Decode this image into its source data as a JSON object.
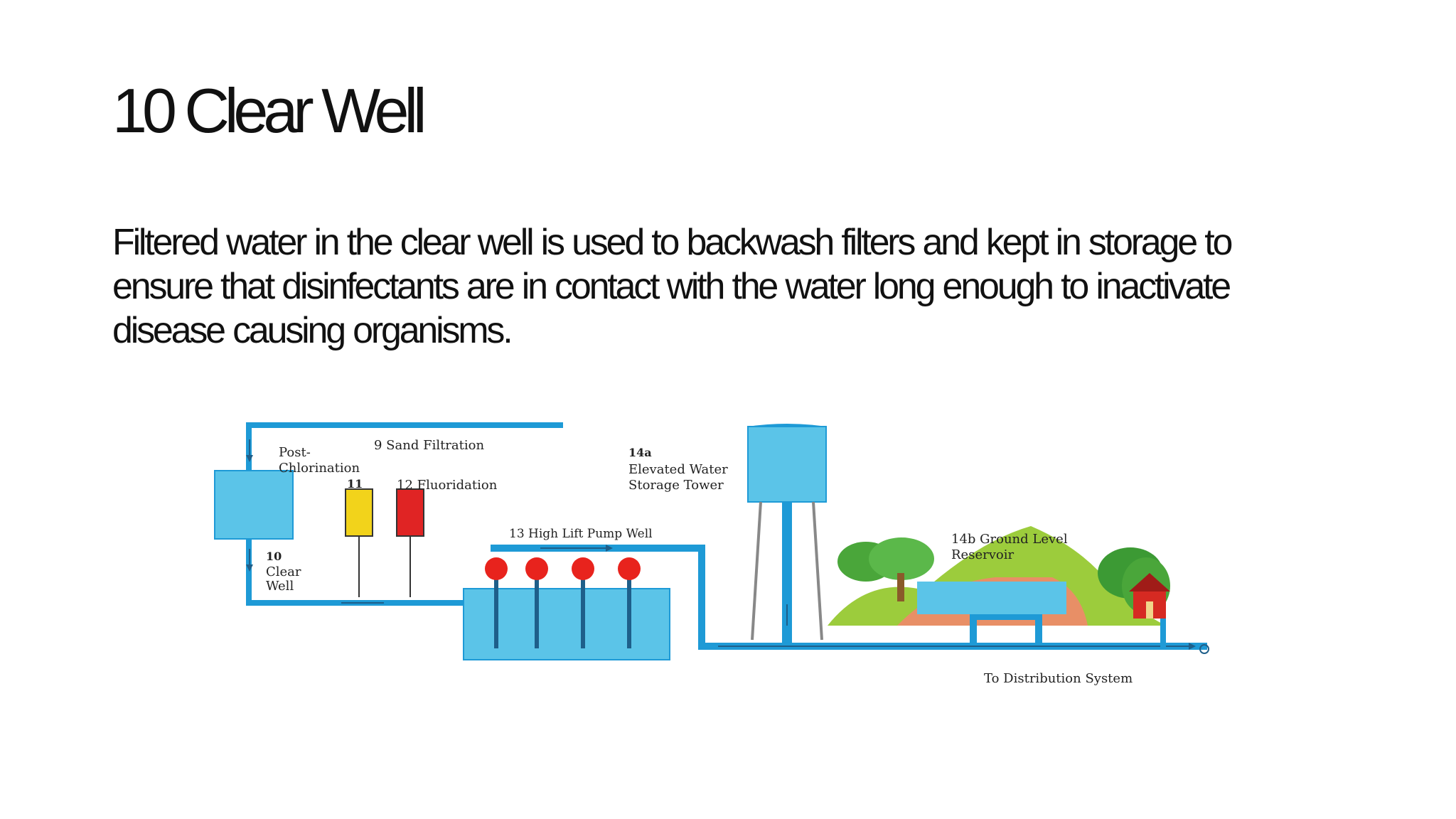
{
  "slide": {
    "title": "10 Clear Well",
    "body": "Filtered water in the clear well is used to backwash filters and kept in  storage to ensure that disinfectants are in contact with the water long  enough to inactivate disease causing organisms."
  },
  "diagram": {
    "labels": {
      "post_chlorination_1": "Post-",
      "post_chlorination_2": "Chlorination",
      "sand_filtration": "9 Sand Filtration",
      "num_11": "11",
      "fluoridation": "12 Fluoridation",
      "clear_well_num": "10",
      "clear_well_1": "Clear",
      "clear_well_2": "Well",
      "high_lift": "13 High Lift Pump Well",
      "tower_num": "14a",
      "tower_1": "Elevated Water",
      "tower_2": "Storage Tower",
      "reservoir_1": "14b Ground Level",
      "reservoir_2": "Reservoir",
      "distribution": "To Distribution System"
    },
    "colors": {
      "water": "#5bc4e8",
      "pipe": "#1e9ad6",
      "chemical_11": "#f2d31b",
      "chemical_12": "#e02424",
      "pump": "#e8231d",
      "hill": "#9ccc3c",
      "soil": "#e88f66"
    }
  }
}
